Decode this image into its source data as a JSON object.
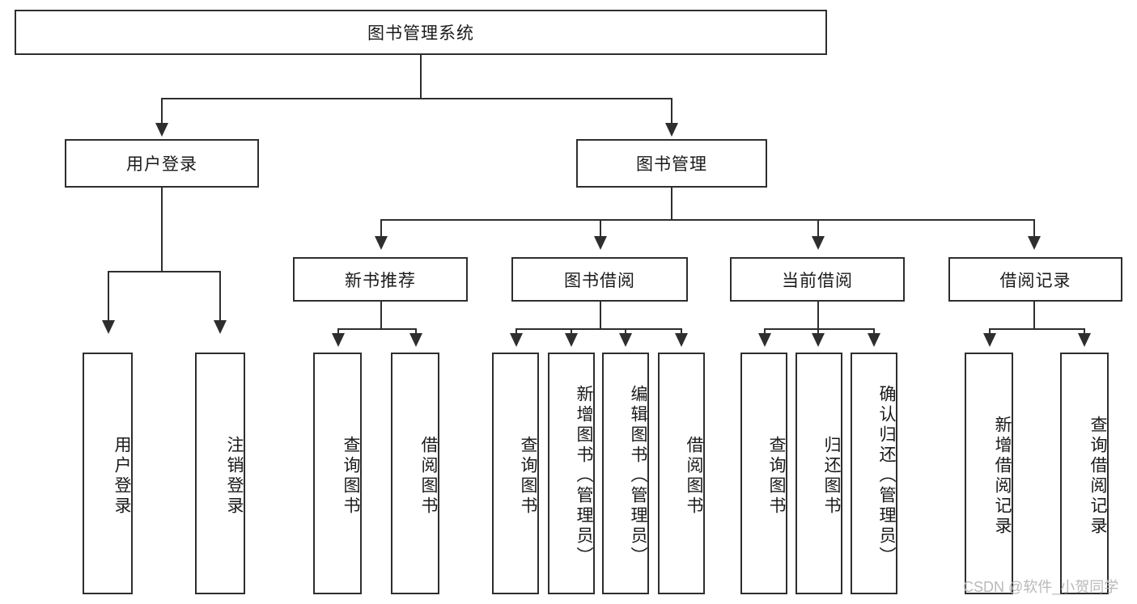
{
  "diagram": {
    "title": "图书管理系统",
    "type": "tree-hierarchy-chart",
    "root": {
      "label": "图书管理系统"
    },
    "level2": [
      {
        "label": "用户登录"
      },
      {
        "label": "图书管理"
      }
    ],
    "level3": [
      {
        "label": "新书推荐"
      },
      {
        "label": "图书借阅"
      },
      {
        "label": "当前借阅"
      },
      {
        "label": "借阅记录"
      }
    ],
    "leaves": {
      "user_login": [
        {
          "label": "用户登录"
        },
        {
          "label": "注销登录"
        }
      ],
      "new_book_recommend": [
        {
          "label": "查询图书"
        },
        {
          "label": "借阅图书"
        }
      ],
      "book_borrow": [
        {
          "label": "查询图书"
        },
        {
          "label": "新增图书（管理员）"
        },
        {
          "label": "编辑图书（管理员）"
        },
        {
          "label": "借阅图书"
        }
      ],
      "current_borrow": [
        {
          "label": "查询图书"
        },
        {
          "label": "归还图书"
        },
        {
          "label": "确认归还（管理员）"
        }
      ],
      "borrow_record": [
        {
          "label": "新增借阅记录"
        },
        {
          "label": "查询借阅记录"
        }
      ]
    }
  },
  "watermark": {
    "text": "CSDN @软件_小贺同学"
  },
  "colors": {
    "stroke": "#2e2e2e",
    "background": "#ffffff",
    "text": "#1a1a1a",
    "watermark": "#b9b9b9"
  }
}
